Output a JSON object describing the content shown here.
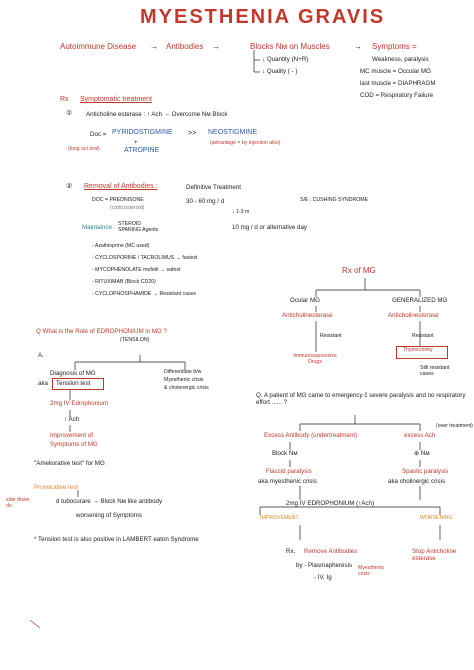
{
  "title": "MYESTHENIA GRAVIS",
  "intro": {
    "autoimmune": "Autoimmune Disease",
    "antibodies": "Antibodies",
    "blocks": "Blocks Nм on Muscles",
    "quantity": "↓ Quantity (N+R)",
    "quality": "↓ Quality ( - )",
    "symptoms_head": "Symptoms =",
    "symptoms": [
      "Weakness, paralysis",
      "MC muscle = Occular MG",
      "last muscle = DIAPHRAGM",
      "COD = Respiratory Failure"
    ]
  },
  "rx": {
    "label": "Rx",
    "head": "Symptomatic treatment",
    "step1_num": "①",
    "step1": "Anticholine esterase : ↑ Ach → Overcome Nм Block",
    "doc_label": "Doc =",
    "pyrido": "PYRIDOSTIGMINE",
    "gtgt": ">>",
    "neo": "NEOSTIGMINE",
    "plus": "+",
    "atropine": "ATROPINE",
    "long_acting": "(long act oral)",
    "advantage": "(advantage = by injection also)",
    "step2_num": "②",
    "step2": "Removal of Antibodies :",
    "definitive": "Definitive Treatment",
    "doc_pred": "DOC = PREDNISONE",
    "corticosteroid": "(corticosteroid)",
    "dose1": "30 - 60 mg / d",
    "dose_down": "↓ 1-3 m",
    "se": "S/E : CUSHING SYNDROME",
    "maintain": "Maintaince :",
    "steroid_sparing": "STEROID SPARING Agents",
    "dose2": "10 mg / d or alternative day",
    "drugs": [
      "- Azathioprine  (MC used)",
      "- CYCLOSPORINE / TACROLIMUS → fastest",
      "- MYCOPHENOLATE mofetil → safest",
      "- RITUXIMAB  (Block CD20)",
      "- CYCLOPHOSPHAMIDE → Resistant cases"
    ]
  },
  "rx_mg": {
    "title": "Rx of MG",
    "ocular": "Ocular MG",
    "generalized": "GENERALIZED MG",
    "anti1": "Anticholinesterase",
    "anti2": "Anticholinesterase",
    "resistant1": "Resistant",
    "resistant2": "Resistant",
    "immuno": "Immunosupressive Drugs",
    "thymectomy": "Thymectomy",
    "still": "Still resistant cases"
  },
  "edro": {
    "question": "Q  What is the Role of EDROPHONIUM in MG ?",
    "tensilon": "(TENSILON)",
    "a": "A.",
    "diag1": "Diagnosis of MG",
    "diag2": "aka",
    "tensilon_test": "Tensilon test",
    "diff1": "Differentiate b/w",
    "diff2": "Myesthenic crisis",
    "diff3": "& cholenergic crisis",
    "dose": "2mg IV Edrophonium",
    "ach": "↑ Ach",
    "improve1": "Improvement of",
    "improve2": "Symptoms of MG",
    "ameliorative": "\"Ameliorative test\" for MG",
    "provocative": "Provocative test",
    "dtubo": "d tubocurare → Block Nм like antibody",
    "worsen": "worsening of Symptoms",
    "side_note": "side down do",
    "lambert": "* Tensilon test is also positive in LAMBERT eaton Syndrome"
  },
  "crisis": {
    "q": "Q.  A patient of MG came to emergency c̄ severe paralysis and no respiratory effort ...... ?",
    "excess_ab": "Excess Antibody (undertreatment)",
    "excess_ach": "excess Ach",
    "overtreatment": "(over treatment)",
    "block": "Block Nм",
    "ach_nm": "⊕ Nм",
    "flaccid": "Flaccid paralysis",
    "myesthenic": "aka myesthenic crisis",
    "spastic": "Spastic paralysis",
    "cholinergic": "aka cholinergic crisis",
    "dose": "2mg IV  EDROPHONIUM (↑Ach)",
    "improvement": "IMPROVEMENT",
    "worsening": "WORSENING",
    "rx": "Rx.",
    "remove": "Remove Antibodies",
    "by": "by  - Plasmapheresis",
    "ivig": "- IV. Ig",
    "myes_crisis": "Myesthenic crisis",
    "stop": "Stop Anticholine esterase"
  }
}
